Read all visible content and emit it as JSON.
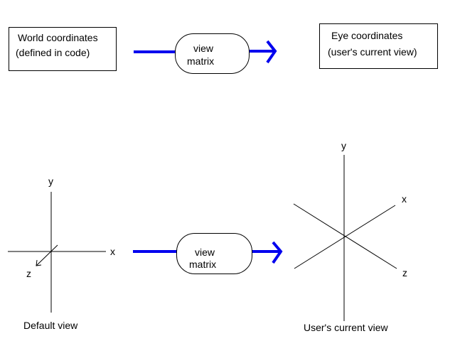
{
  "top_row": {
    "source_box": {
      "line1": "World coordinates",
      "line2": "(defined in code)"
    },
    "transform_pill": {
      "line1": "view",
      "line2": "matrix"
    },
    "target_box": {
      "line1": "Eye coordinates",
      "line2": "(user's current view)"
    }
  },
  "bottom_row": {
    "default_axes": {
      "x": "x",
      "y": "y",
      "z": "z",
      "caption": "Default view"
    },
    "transform_pill": {
      "line1": "view",
      "line2": "matrix"
    },
    "user_axes": {
      "x": "x",
      "y": "y",
      "z": "z",
      "caption": "User's current view"
    }
  },
  "colors": {
    "arrow": "#0000ee",
    "line": "#000000"
  }
}
